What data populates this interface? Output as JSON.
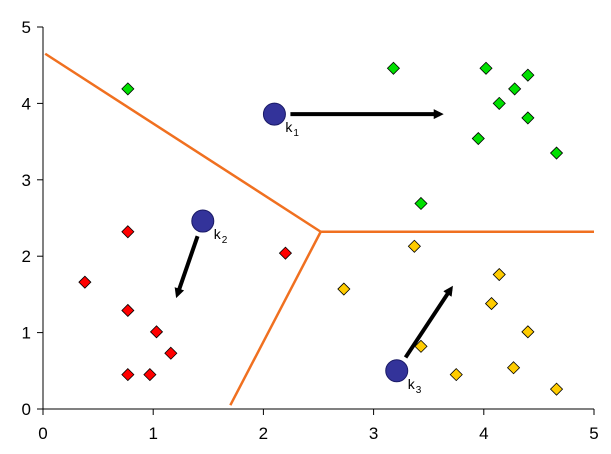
{
  "chart_data": {
    "type": "scatter",
    "title": "",
    "xlabel": "",
    "ylabel": "",
    "xlim": [
      0,
      5
    ],
    "ylim": [
      0,
      5
    ],
    "x_ticks": [
      "0",
      "1",
      "2",
      "3",
      "4",
      "5"
    ],
    "y_ticks": [
      "0",
      "1",
      "2",
      "3",
      "4",
      "5"
    ],
    "grid": false,
    "colors": {
      "green": "#00e000",
      "red": "#ff0000",
      "yellow": "#ffcc00",
      "centroid": "#33339a",
      "boundary": "#f07020",
      "arrow": "#000000"
    },
    "series": [
      {
        "color": "green",
        "points": [
          [
            0.77,
            4.19
          ],
          [
            3.18,
            4.46
          ],
          [
            4.02,
            4.46
          ],
          [
            4.4,
            4.37
          ],
          [
            4.28,
            4.19
          ],
          [
            4.14,
            4.0
          ],
          [
            4.4,
            3.81
          ],
          [
            3.95,
            3.54
          ],
          [
            4.66,
            3.35
          ],
          [
            3.43,
            2.69
          ]
        ]
      },
      {
        "color": "red",
        "points": [
          [
            0.77,
            2.32
          ],
          [
            0.38,
            1.66
          ],
          [
            0.77,
            1.29
          ],
          [
            1.03,
            1.01
          ],
          [
            1.16,
            0.73
          ],
          [
            0.77,
            0.45
          ],
          [
            0.97,
            0.45
          ],
          [
            2.2,
            2.04
          ]
        ]
      },
      {
        "color": "yellow",
        "points": [
          [
            3.37,
            2.13
          ],
          [
            2.73,
            1.57
          ],
          [
            4.14,
            1.76
          ],
          [
            4.07,
            1.38
          ],
          [
            4.4,
            1.01
          ],
          [
            3.43,
            0.82
          ],
          [
            3.75,
            0.45
          ],
          [
            4.27,
            0.54
          ],
          [
            4.66,
            0.26
          ]
        ]
      }
    ],
    "centroids": [
      {
        "label": "k",
        "subscript": "1",
        "x": 2.1,
        "y": 3.86,
        "arrow_to": [
          3.6,
          3.86
        ]
      },
      {
        "label": "k",
        "subscript": "2",
        "x": 1.45,
        "y": 2.46,
        "arrow_to": [
          1.22,
          1.5
        ]
      },
      {
        "label": "k",
        "subscript": "3",
        "x": 3.21,
        "y": 0.5,
        "arrow_to": [
          3.7,
          1.57
        ]
      }
    ],
    "boundaries": [
      [
        [
          0.02,
          4.65
        ],
        [
          2.52,
          2.32
        ]
      ],
      [
        [
          2.52,
          2.32
        ],
        [
          5.0,
          2.32
        ]
      ],
      [
        [
          2.52,
          2.32
        ],
        [
          1.7,
          0.05
        ]
      ]
    ]
  }
}
